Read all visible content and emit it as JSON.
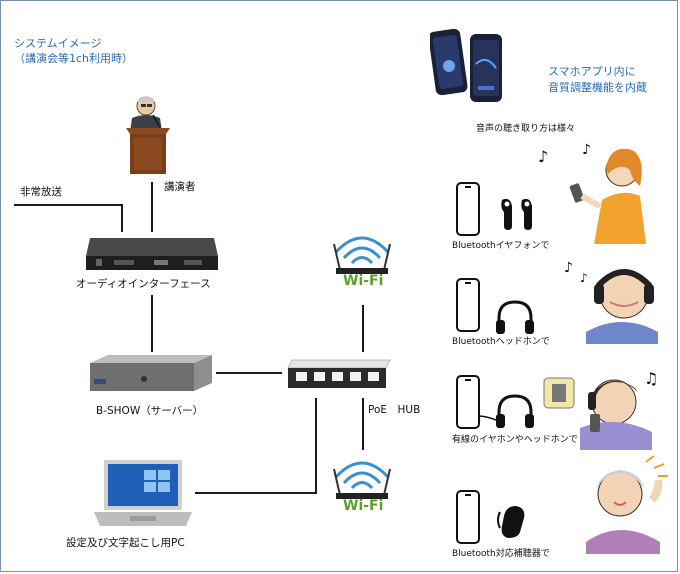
{
  "header": {
    "title_line1": "システムイメージ",
    "title_line2": "（講演会等1ch利用時）"
  },
  "app_note": {
    "line1": "スマホアプリ内に",
    "line2": "音質調整機能を内蔵"
  },
  "listening_caption": "音声の聴き取り方は様々",
  "labels": {
    "emergency": "非常放送",
    "speaker": "講演者",
    "audio_interface": "オーディオインターフェース",
    "server": "B-SHOW（サーバー）",
    "poe_hub": "PoE　HUB",
    "pc": "設定及び文字起こし用PC",
    "wifi_top": "Wi-Fi",
    "wifi_bottom": "Wi-Fi"
  },
  "listeners": [
    {
      "caption": "Bluetoothイヤフォンで",
      "device_icon": "earbuds-icon"
    },
    {
      "caption": "Bluetoothヘッドホンで",
      "device_icon": "headphones-icon"
    },
    {
      "caption": "有線のイヤホンやヘッドホンで",
      "device_icon": "wired-headphones-icon"
    },
    {
      "caption": "Bluetooth対応補聴器で",
      "device_icon": "hearing-aid-icon"
    }
  ],
  "colors": {
    "accent_blue": "#2a6ab3",
    "wifi_blue": "#3a8fd0",
    "wifi_green": "#5aa02c",
    "line": "#1a1a1a"
  }
}
